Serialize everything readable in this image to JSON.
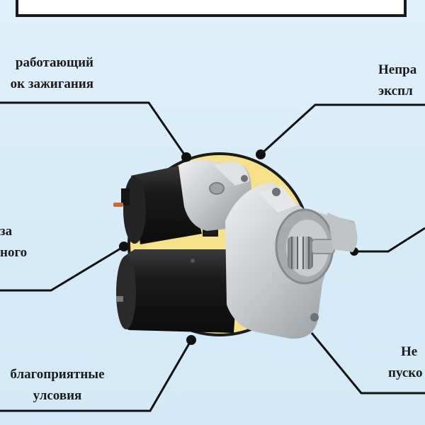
{
  "labels": {
    "top_left": {
      "line1": "работающий",
      "line2": "ок зажигания"
    },
    "top_right": {
      "line1": "Непра",
      "line2": "экспл"
    },
    "mid_left": {
      "line1": "за",
      "line2": "ного"
    },
    "bottom_left": {
      "line1": "благоприятные",
      "line2": "улсовия"
    },
    "bottom_right": {
      "line1": "Не",
      "line2": "пуско"
    }
  },
  "colors": {
    "background": "#dcedf9",
    "highlight_circle": "#f6e088",
    "connector": "#111111",
    "motor_body": "#1b1b1b",
    "aluminum_housing": "#c9ccce"
  },
  "icons": {
    "center_image": "starter-motor-icon"
  }
}
